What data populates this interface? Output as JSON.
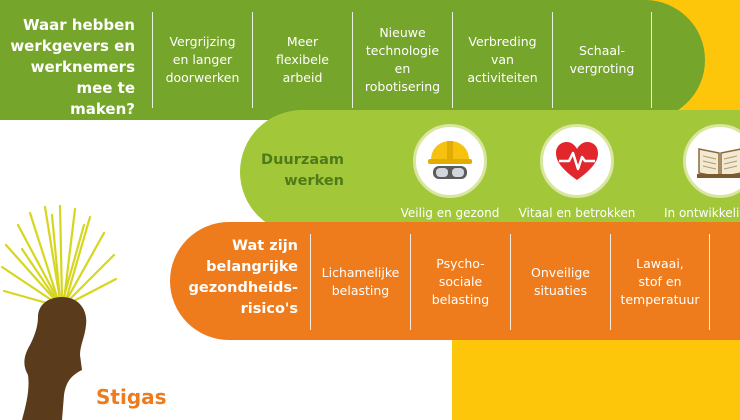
{
  "band1": {
    "title_lines": [
      "Waar hebben",
      "werkgevers en",
      "werknemers",
      "mee te maken?"
    ],
    "cells": [
      {
        "lines": [
          "Vergrijzing",
          "en langer",
          "doorwerken"
        ]
      },
      {
        "lines": [
          "Meer",
          "flexibele",
          "arbeid"
        ]
      },
      {
        "lines": [
          "Nieuwe",
          "technologie",
          "en",
          "robotisering"
        ]
      },
      {
        "lines": [
          "Verbreding",
          "van",
          "activiteiten"
        ]
      },
      {
        "lines": [
          "Schaal-",
          "vergroting"
        ]
      }
    ]
  },
  "band2": {
    "title_lines": [
      "Duurzaam",
      "werken"
    ],
    "items": [
      {
        "label": "Veilig en gezond",
        "icon": "safety-helmet-goggles-icon"
      },
      {
        "label": "Vitaal en betrokken",
        "icon": "heart-pulse-icon"
      },
      {
        "label": "In ontwikkeli",
        "icon": "open-book-icon"
      }
    ]
  },
  "band3": {
    "title_lines": [
      "Wat zijn",
      "belangrijke",
      "gezondheids-",
      "risico's"
    ],
    "cells": [
      {
        "lines": [
          "Lichamelijke",
          "belasting"
        ]
      },
      {
        "lines": [
          "Psycho-",
          "sociale",
          "belasting"
        ]
      },
      {
        "lines": [
          "Onveilige",
          "situaties"
        ]
      },
      {
        "lines": [
          "Lawaai,",
          "stof en",
          "temperatuur"
        ]
      }
    ]
  },
  "brand": {
    "name": "Stigas"
  },
  "colors": {
    "green": "#76a52c",
    "lime": "#a2c83a",
    "orange": "#ee7b1c",
    "yellow": "#fdc60b"
  }
}
